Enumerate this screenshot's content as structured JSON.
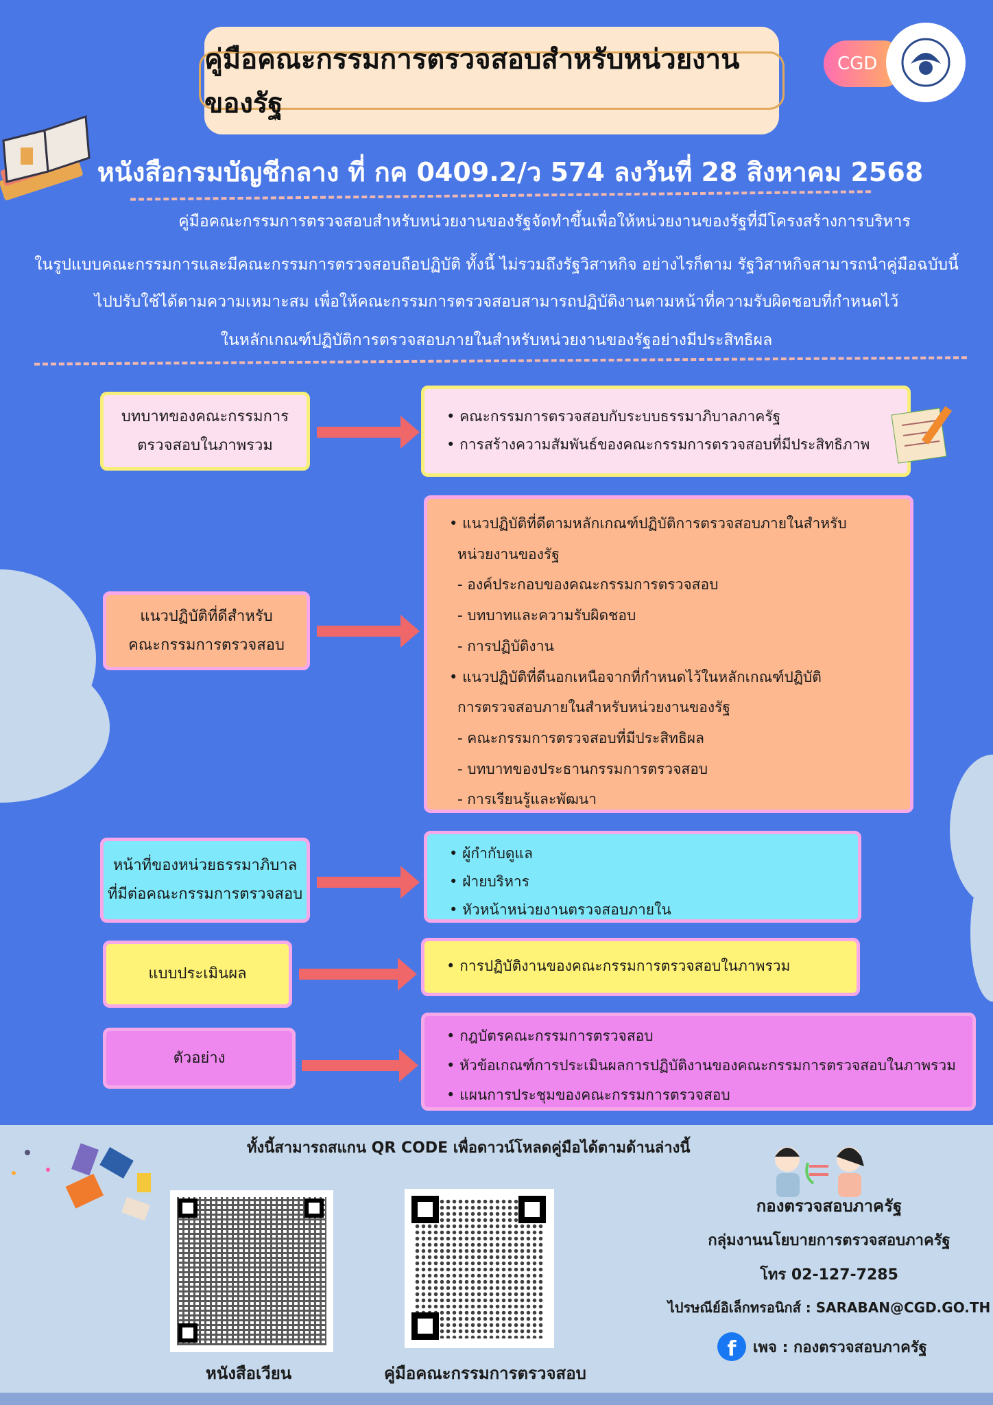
{
  "header": {
    "title": "คู่มือคณะกรรมการตรวจสอบสำหรับหน่วยงานของรัฐ",
    "logo_text": "CGD",
    "subtitle": "หนังสือกรมบัญชีกลาง ที่ กค 0409.2/ว 574  ลงวันที่  28  สิงหาคม  2568"
  },
  "intro": [
    "คู่มือคณะกรรมการตรวจสอบสำหรับหน่วยงานของรัฐจัดทำขึ้นเพื่อให้หน่วยงานของรัฐที่มีโครงสร้างการบริหาร",
    "ในรูปแบบคณะกรรมการและมีคณะกรรมการตรวจสอบถือปฏิบัติ ทั้งนี้ ไม่รวมถึงรัฐวิสาหกิจ อย่างไรก็ตาม รัฐวิสาหกิจสามารถนำคู่มือฉบับนี้",
    "ไปปรับใช้ได้ตามความเหมาะสม เพื่อให้คณะกรรมการตรวจสอบสามารถปฏิบัติงานตามหน้าที่ความรับผิดชอบที่กำหนดไว้",
    "ในหลักเกณฑ์ปฏิบัติการตรวจสอบภายในสำหรับหน่วยงานของรัฐอย่างมีประสิทธิผล"
  ],
  "sections": [
    {
      "label": [
        "บทบาทของคณะกรรมการ",
        "ตรวจสอบในภาพรวม"
      ],
      "color": "#fde0f0",
      "items": [
        "คณะกรรมการตรวจสอบกับระบบธรรมาภิบาลภาครัฐ",
        "การสร้างความสัมพันธ์ของคณะกรรมการตรวจสอบที่มีประสิทธิภาพ"
      ]
    },
    {
      "label": [
        "แนวปฏิบัติที่ดีสำหรับ",
        "คณะกรรมการตรวจสอบ"
      ],
      "color": "#fdb890",
      "items": [
        "แนวปฏิบัติที่ดีตามหลักเกณฑ์ปฏิบัติการตรวจสอบภายในสำหรับ",
        "หน่วยงานของรัฐ",
        "- องค์ประกอบของคณะกรรมการตรวจสอบ",
        "- บทบาทและความรับผิดชอบ",
        "- การปฏิบัติงาน",
        "แนวปฏิบัติที่ดีนอกเหนือจากที่กำหนดไว้ในหลักเกณฑ์ปฏิบัติ",
        "การตรวจสอบภายในสำหรับหน่วยงานของรัฐ",
        "- คณะกรรมการตรวจสอบที่มีประสิทธิผล",
        "- บทบาทของประธานกรรมการตรวจสอบ",
        "- การเรียนรู้และพัฒนา"
      ]
    },
    {
      "label": [
        "หน้าที่ของหน่วยธรรมาภิบาล",
        "ที่มีต่อคณะกรรมการตรวจสอบ"
      ],
      "color": "#7fe8fa",
      "items": [
        "ผู้กำกับดูแล",
        "ฝ่ายบริหาร",
        "หัวหน้าหน่วยงานตรวจสอบภายใน"
      ]
    },
    {
      "label": [
        "แบบประเมินผล"
      ],
      "color": "#fff377",
      "items": [
        "การปฏิบัติงานของคณะกรรมการตรวจสอบในภาพรวม"
      ]
    },
    {
      "label": [
        "ตัวอย่าง"
      ],
      "color": "#ee88ee",
      "items": [
        "กฎบัตรคณะกรรมการตรวจสอบ",
        "หัวข้อเกณฑ์การประเมินผลการปฏิบัติงานของคณะกรรมการตรวจสอบในภาพรวม",
        "แผนการประชุมของคณะกรรมการตรวจสอบ"
      ]
    }
  ],
  "footer": {
    "scan_text": "ทั้งนี้สามารถสแกน QR CODE เพื่อดาวน์โหลดคู่มือได้ตามด้านล่างนี้",
    "qr1_label": "หนังสือเวียน",
    "qr2_label": "คู่มือคณะกรรมการตรวจสอบ",
    "org": "กองตรวจสอบภาครัฐ",
    "group": "กลุ่มงานนโยบายการตรวจสอบภาครัฐ",
    "phone": "โทร 02-127-7285",
    "email": "ไปรษณีย์อิเล็กทรอนิกส์ : SARABAN@CGD.GO.TH",
    "facebook": "เพจ : กองตรวจสอบภาครัฐ"
  }
}
